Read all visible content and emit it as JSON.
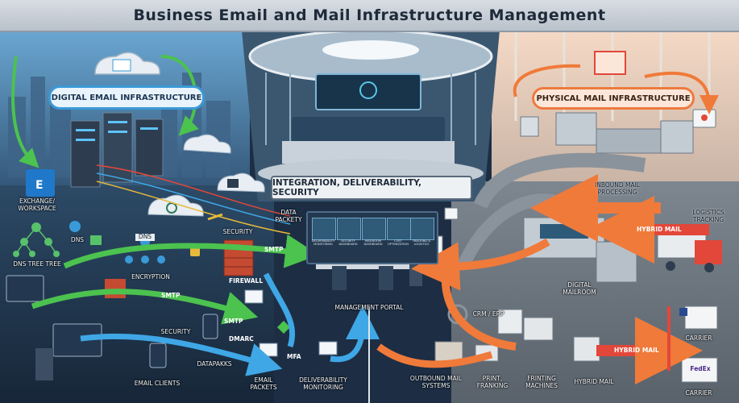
{
  "title": "Business Email and Mail Infrastructure Management",
  "sections": {
    "digital": "Digital Email Infrastructure",
    "physical": "Physical Mail Infrastructure",
    "integration": "Integration, Deliverability, Security"
  },
  "labels": {
    "exchange": "Exchange/ Workspace",
    "dns": "DNS",
    "dns_tree": "DNS Tree Tree",
    "dns_node": "DNS",
    "encryption": "Encryption",
    "security_key": "Security",
    "security_bottom": "Security",
    "data_packety": "Data Packety",
    "smtp_top": "SMTP",
    "smtp_mid": "SMTP",
    "smtp_low": "SMTP",
    "firewall": "Firewall",
    "dmarc": "DMARC",
    "mfa": "MFA",
    "datapakks": "Datapakks",
    "email_clients": "Email Clients",
    "email_packets": "Email Packets",
    "deliverability": "Deliverability Monitoring",
    "management_portal": "Management Portal",
    "crm": "CRM / ERP",
    "outbound": "Outbound Mail Systems",
    "print": "Print, Franking",
    "printing_machines": "Frinting Machines",
    "hybrid_mail_bottom": "Hybrid Mail",
    "hybrid_mail_arrow": "Hybrid Mail",
    "hybrid_mail_right": "Hybrid Mail",
    "inbound": "Inbound Mail Processing",
    "logistics": "Logistics Tracking",
    "digital_mailroom": "Digital Mailroom",
    "carrier_1": "Carrier",
    "carrier_2": "Carrier",
    "fedex": "FedEx"
  },
  "portal_tiles": [
    "Deliverability Monitoring",
    "Security Dashboard",
    "Mailroom Dashboard",
    "Cost Optimization",
    "Tracking & Logistics"
  ],
  "colors": {
    "digital_accent": "#3a9ad8",
    "physical_accent": "#ee7a3f",
    "flow_green": "#4cc24f",
    "flow_blue": "#3fa7e6",
    "flow_orange": "#f07a3a",
    "flow_red": "#e2473a"
  }
}
